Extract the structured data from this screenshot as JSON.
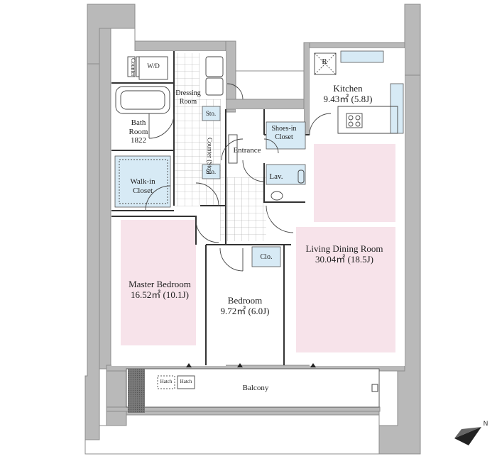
{
  "rooms": {
    "kitchen": {
      "name": "Kitchen",
      "area": "9.43㎡ (5.8J)"
    },
    "living": {
      "name": "Living Dining Room",
      "area": "30.04㎡ (18.5J)"
    },
    "master": {
      "name": "Master Bedroom",
      "area": "16.52㎡ (10.1J)"
    },
    "bedroom": {
      "name": "Bedroom",
      "area": "9.72㎡ (6.0J)"
    },
    "bath": {
      "name1": "Bath",
      "name2": "Room",
      "size": "1822"
    },
    "walkin": {
      "name1": "Walk-in",
      "name2": "Closet"
    },
    "dressing": {
      "name1": "Dressing",
      "name2": "Room"
    },
    "shoes": {
      "name1": "Shoes-in",
      "name2": "Closet"
    },
    "entrance": "Entrance",
    "lav": "Lav.",
    "wd": "W/D",
    "counter_small": "Counter",
    "counter_sto": "Counter (Sto.)",
    "sto1": "Sto.",
    "sto2": "Sto.",
    "clo": "Clo.",
    "refrigerator": "R",
    "balcony": "Balcony",
    "hatch1": "Hatch",
    "hatch2": "Hatch"
  },
  "compass": {
    "label": "N"
  },
  "colors": {
    "wall": "#b9b9b9",
    "wall_edge": "#8c8c8c",
    "room_pink": "#f7e3ea",
    "fixture_blue": "#d7eaf5",
    "line": "#333333"
  }
}
